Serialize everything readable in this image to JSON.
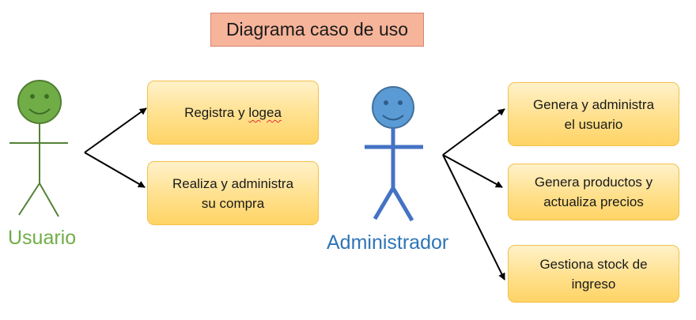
{
  "title": "Diagrama caso de uso",
  "actors": {
    "usuario": {
      "label": "Usuario",
      "color": "#70ad47",
      "line_color": "#548235"
    },
    "administrador": {
      "label": "Administrador",
      "color": "#5b9bd5",
      "line_color": "#4472c4",
      "label_color": "#2e75b6"
    }
  },
  "usuario_use_cases": {
    "registra": {
      "before": "Registra y ",
      "flagged_word": "logea"
    },
    "compra": "Realiza y administra\nsu compra"
  },
  "administrador_use_cases": {
    "usuario": "Genera y administra\nel usuario",
    "productos": "Genera productos y\nactualiza precios",
    "stock": "Gestiona stock de\ningreso"
  },
  "colors": {
    "title_fill": "#f6b49a",
    "usecase_fill": "#ffe08c",
    "usecase_border": "#f2c04a",
    "arrow": "#000000"
  }
}
